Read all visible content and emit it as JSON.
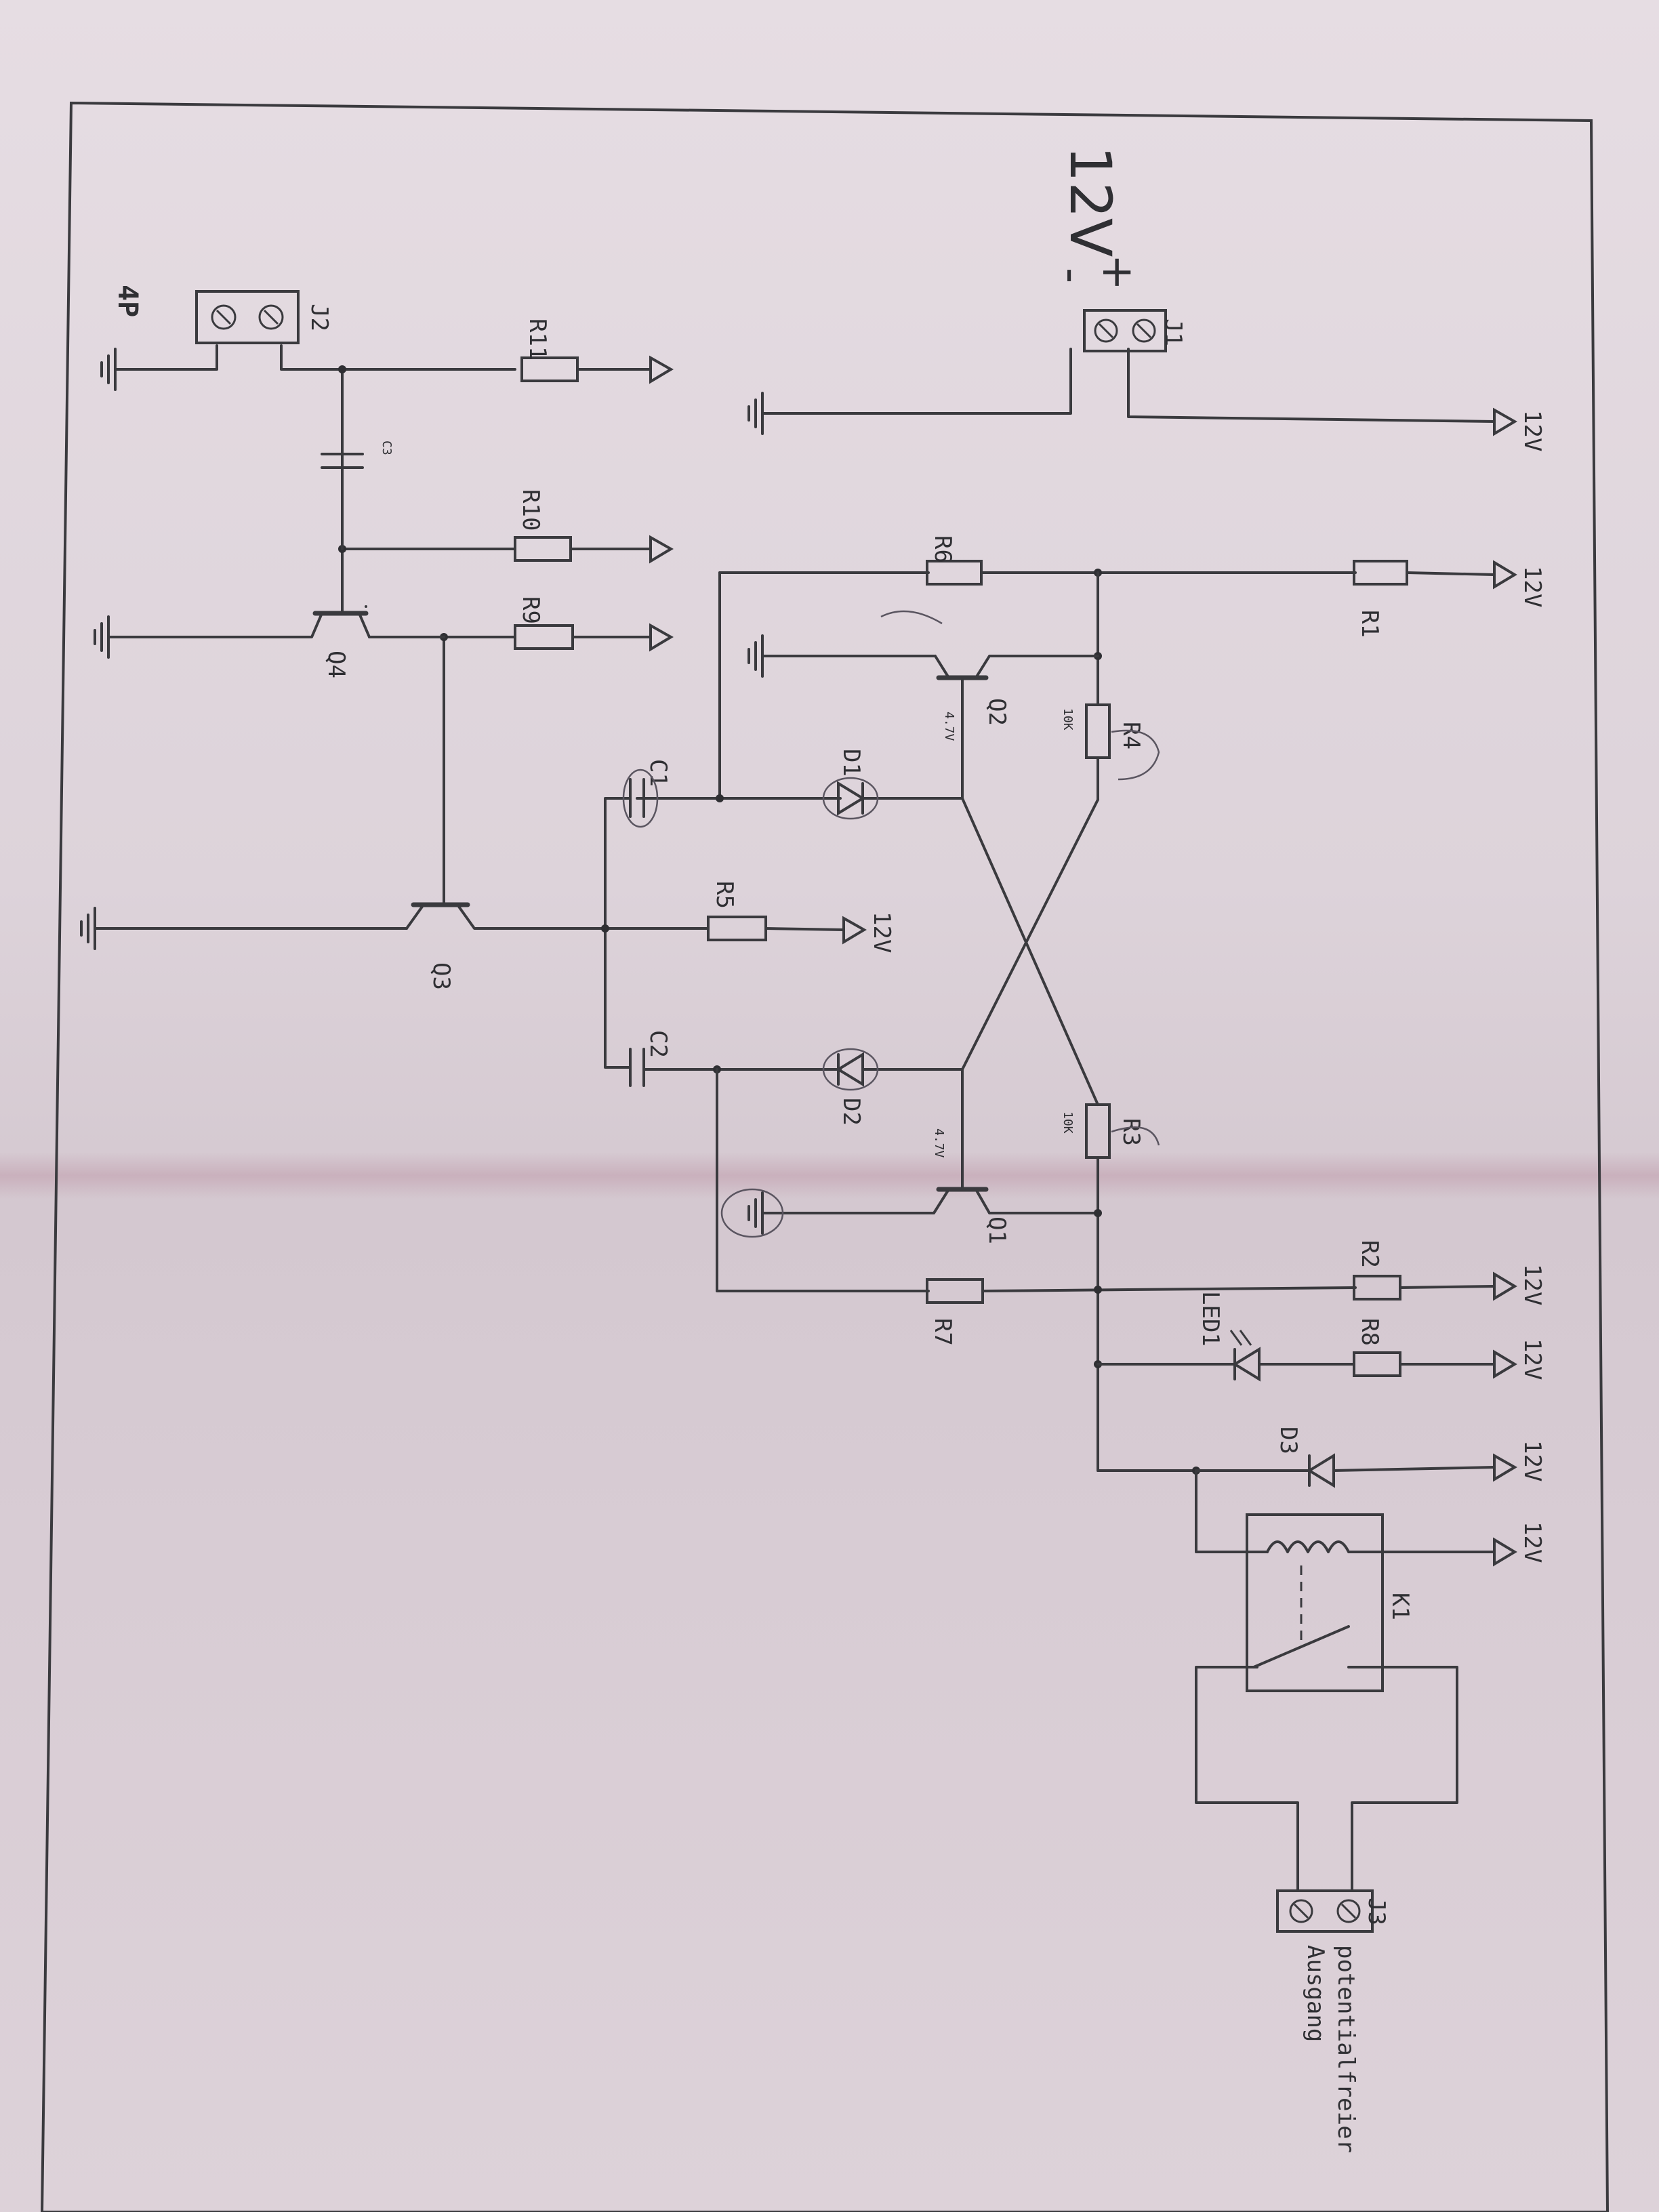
{
  "power_label": "12V",
  "supply_labels": [
    "12V",
    "12V",
    "12V",
    "12V",
    "12V",
    "12V",
    "12V"
  ],
  "resistors": [
    "R1",
    "R2",
    "R3",
    "R4",
    "R5",
    "R6",
    "R7",
    "R8",
    "R9",
    "R10",
    "R11"
  ],
  "capacitors": [
    "C1",
    "C2",
    "C3"
  ],
  "diodes": [
    "D1",
    "D2",
    "D3"
  ],
  "transistors": [
    "Q1",
    "Q2",
    "Q3",
    "Q4"
  ],
  "led": "LED1",
  "relay": "K1",
  "connectors": [
    "J1",
    "J2",
    "J3"
  ],
  "j1_signs": [
    "+",
    "-"
  ],
  "j3_caption": [
    "potentialfreier",
    "Ausgang"
  ],
  "annotations": [
    "10K",
    "10K",
    "4.7V",
    "4.7V"
  ],
  "logo": "4P"
}
